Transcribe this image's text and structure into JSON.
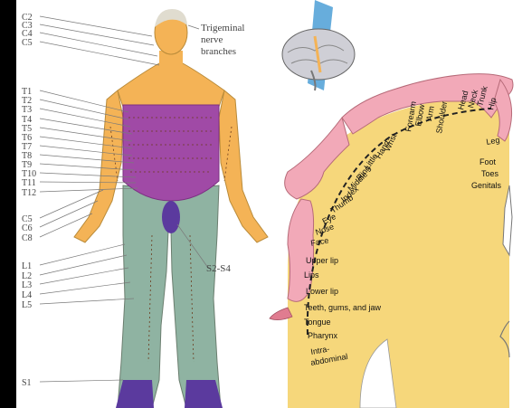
{
  "dermatome": {
    "left_labels": [
      "C2",
      "C3",
      "C4",
      "C5",
      "T1",
      "T2",
      "T3",
      "T4",
      "T5",
      "T6",
      "T7",
      "T8",
      "T9",
      "T10",
      "T11",
      "T12",
      "C5",
      "C6",
      "C8",
      "L1",
      "L2",
      "L3",
      "L4",
      "L5",
      "S1"
    ],
    "trigeminal": [
      "Trigeminal",
      "nerve",
      "branches"
    ],
    "sacral": "S2-S4",
    "colors": {
      "head": "#f4b356",
      "trunk": "#a04aa6",
      "legs": "#8fb3a2",
      "outline": "#6b7e6f",
      "sacral": "#5b3a9e"
    }
  },
  "homunculus": {
    "labels": [
      "Leg",
      "Hip",
      "Trunk",
      "Neck",
      "Head",
      "Shoulder",
      "Arm",
      "Elbow",
      "Forearm",
      "Wrist",
      "Hand",
      "Little",
      "Ring",
      "Middle",
      "Index",
      "Thumb",
      "Eye",
      "Nose",
      "Face",
      "Upper lip",
      "Lips",
      "Lower lip",
      "Teeth, gums, and jaw",
      "Tongue",
      "Pharynx",
      "Intra-",
      "abdominal",
      "Foot",
      "Toes",
      "Genitals"
    ],
    "colors": {
      "cortex": "#f6d77b",
      "figure": "#f2a9b8",
      "brain": "#cfcfd6",
      "plane": "#4c9fd6"
    }
  }
}
